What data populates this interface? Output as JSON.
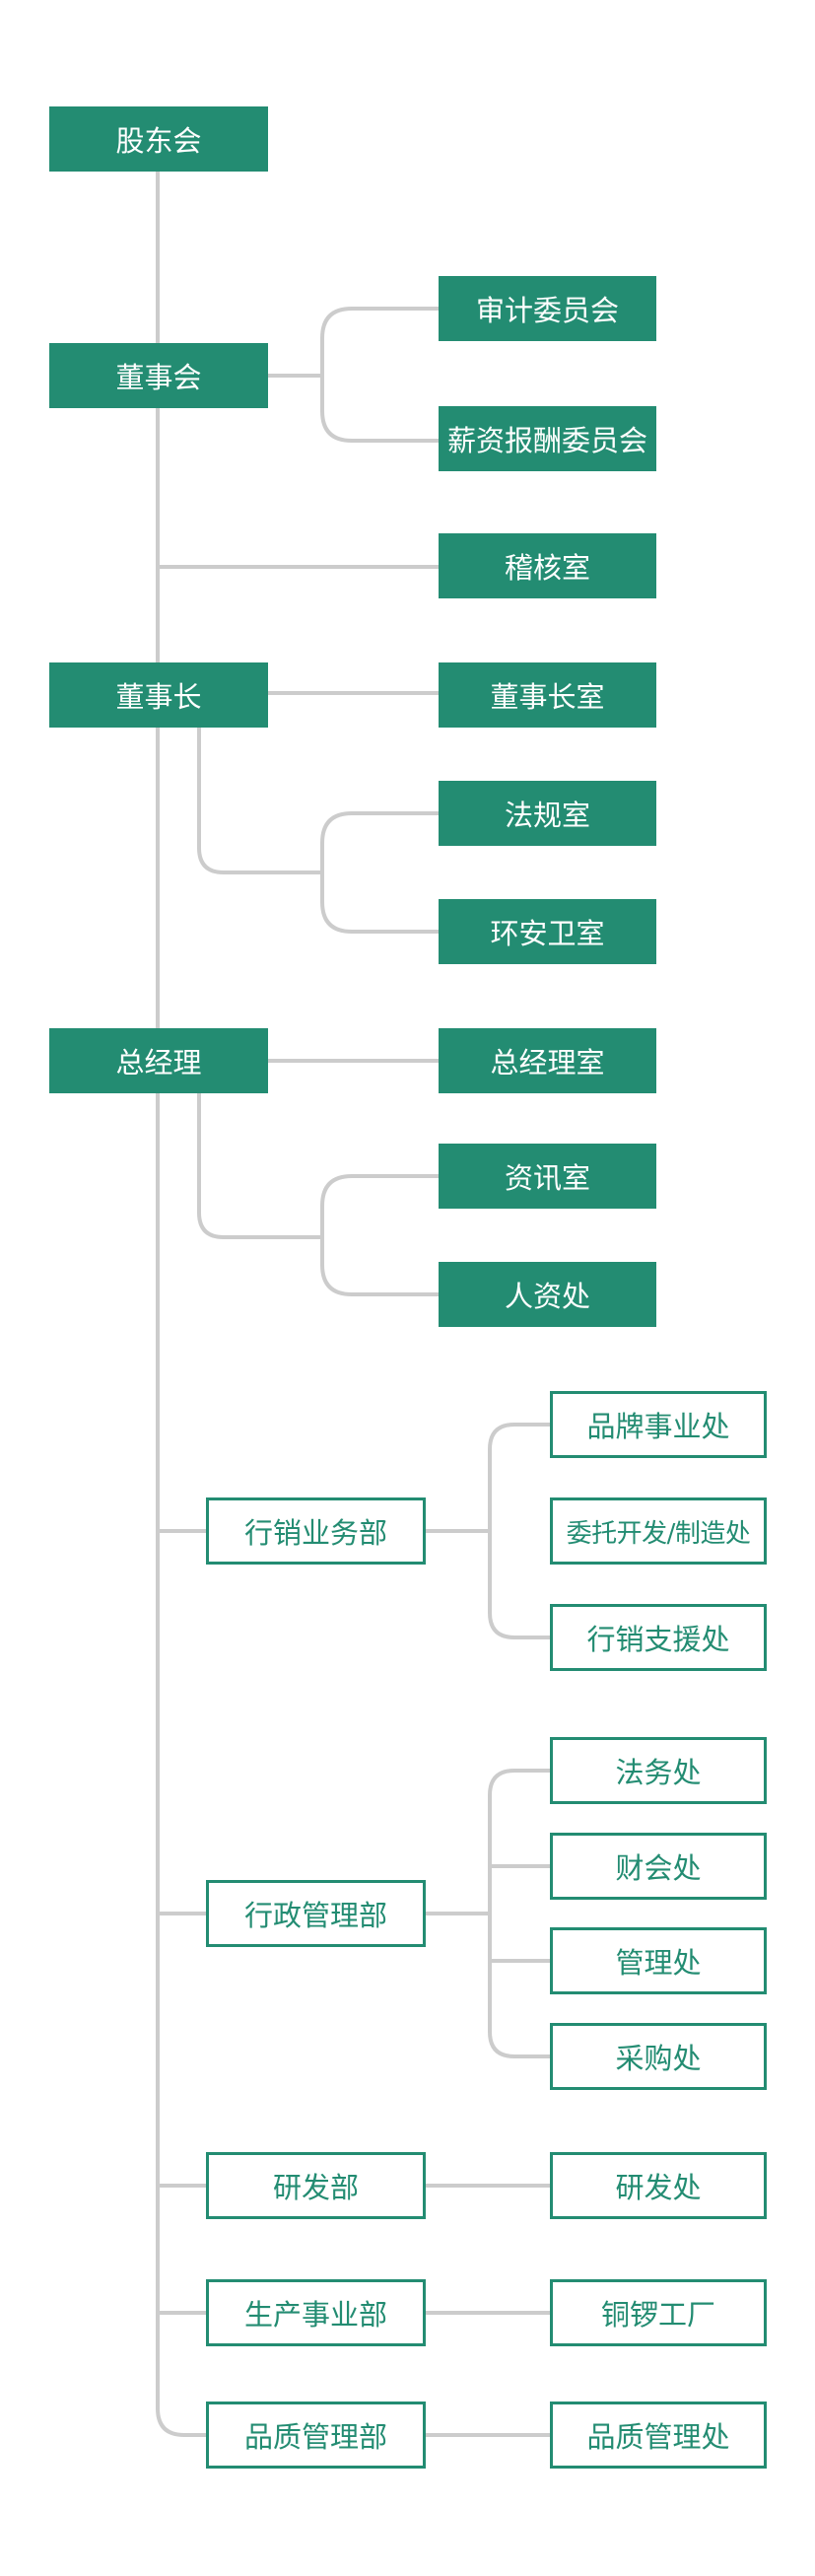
{
  "colors": {
    "box_fill": "#238c72",
    "box_text": "#ffffff",
    "line": "#cccccc",
    "outline": "#238c72"
  },
  "nodes": {
    "shareholders": "股东会",
    "board": "董事会",
    "audit_committee": "审计委员会",
    "compensation_committee": "薪资报酬委员会",
    "audit_office": "稽核室",
    "chairman": "董事长",
    "chairman_office": "董事长室",
    "legal_office": "法规室",
    "ehs_office": "环安卫室",
    "general_manager": "总经理",
    "gm_office": "总经理室",
    "it_office": "资讯室",
    "hr_office": "人资处",
    "marketing_dept": "行销业务部",
    "brand_office": "品牌事业处",
    "oem_office": "委托开发/制造处",
    "marketing_support_office": "行销支援处",
    "admin_dept": "行政管理部",
    "legal_affairs_office": "法务处",
    "finance_office": "财会处",
    "management_office": "管理处",
    "purchasing_office": "采购处",
    "rd_dept": "研发部",
    "rd_office": "研发处",
    "production_dept": "生产事业部",
    "copper_factory": "铜锣工厂",
    "quality_dept": "品质管理部",
    "quality_office": "品质管理处"
  }
}
